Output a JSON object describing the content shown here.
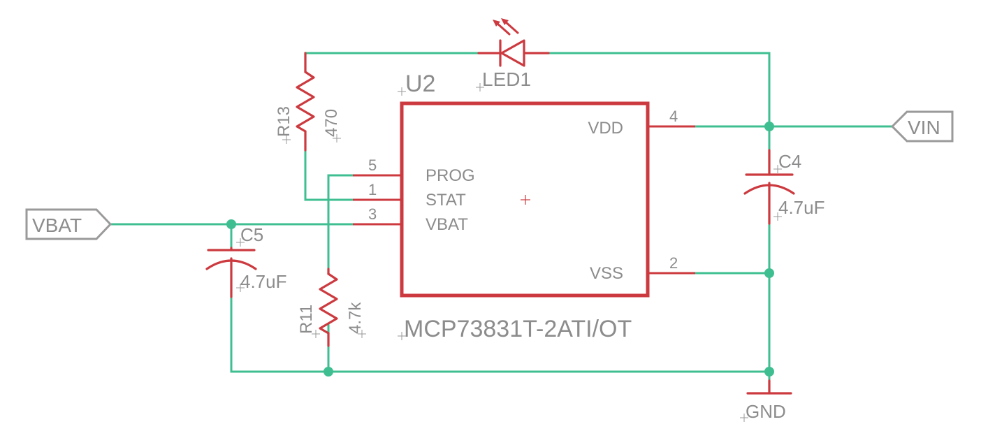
{
  "colors": {
    "wire": "#3fbf91",
    "component": "#cc3a3f",
    "text": "#8c8c8c"
  },
  "ic": {
    "designator": "U2",
    "part_number": "MCP73831T-2ATI/OT",
    "pins": {
      "vdd": {
        "name": "VDD",
        "number": "4"
      },
      "vss": {
        "name": "VSS",
        "number": "2"
      },
      "prog": {
        "name": "PROG",
        "number": "5"
      },
      "stat": {
        "name": "STAT",
        "number": "1"
      },
      "vbat": {
        "name": "VBAT",
        "number": "3"
      }
    }
  },
  "components": {
    "r13": {
      "designator": "R13",
      "value": "470"
    },
    "r11": {
      "designator": "R11",
      "value": "4.7k"
    },
    "c4": {
      "designator": "C4",
      "value": "4.7uF"
    },
    "c5": {
      "designator": "C5",
      "value": "4.7uF"
    },
    "led1": {
      "designator": "LED1"
    }
  },
  "ports": {
    "vin": "VIN",
    "vbat": "VBAT",
    "gnd": "GND"
  }
}
